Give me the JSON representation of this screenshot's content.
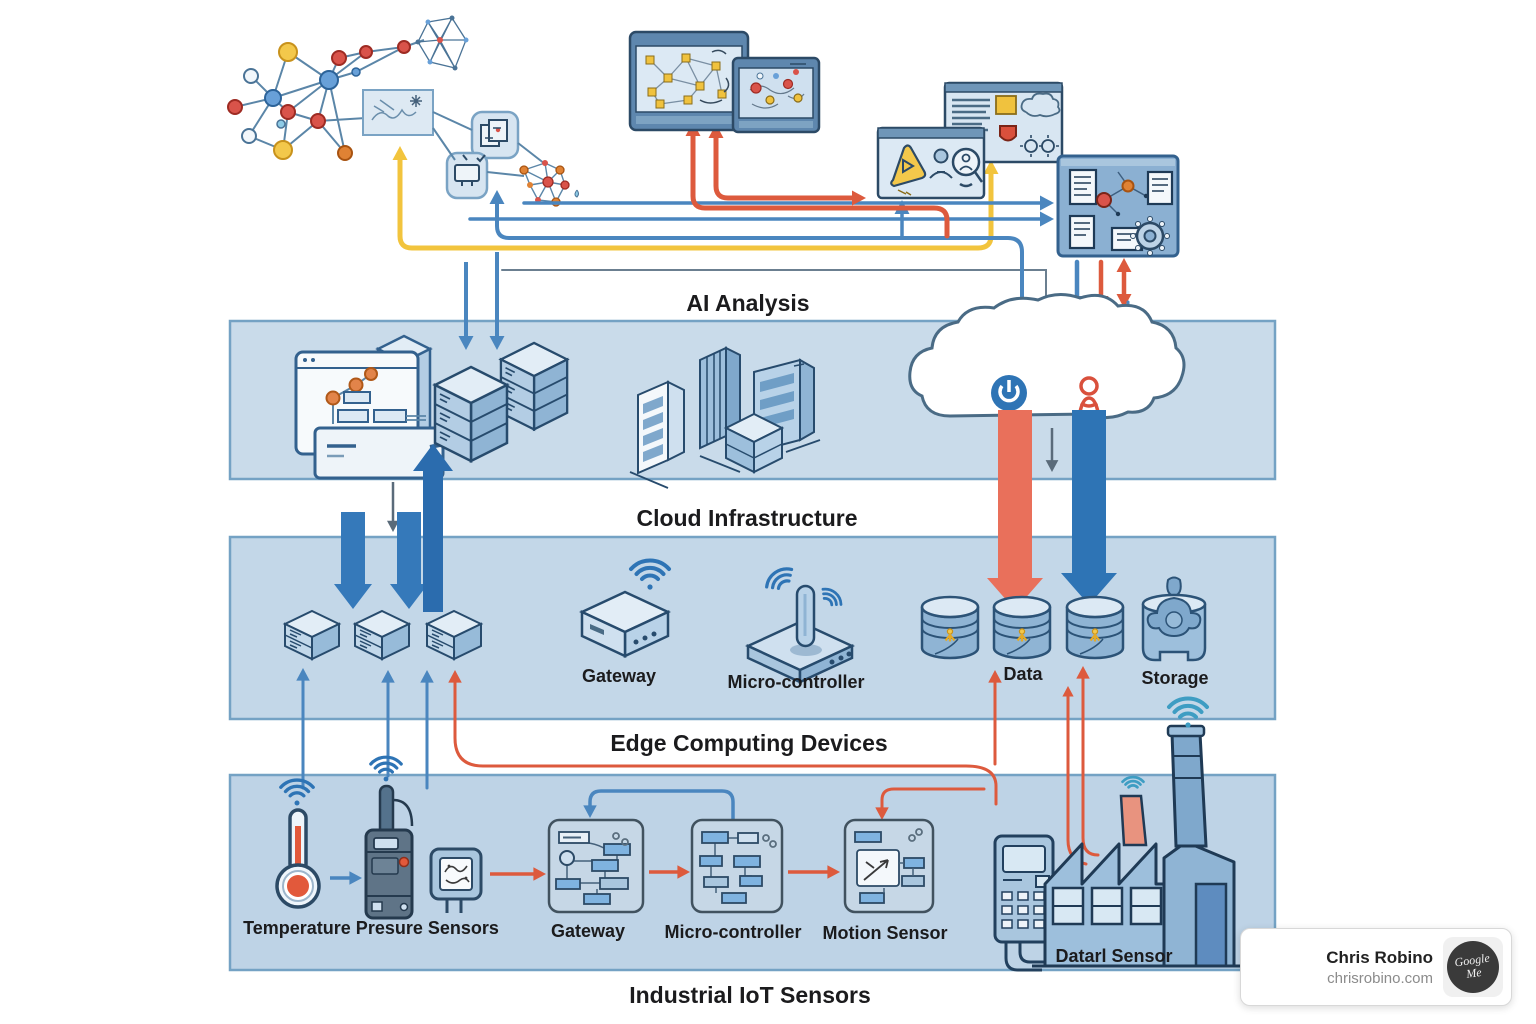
{
  "layers": {
    "ai": {
      "label": "AI Analysis"
    },
    "cloud": {
      "label": "Cloud Infrastructure"
    },
    "edge": {
      "label": "Edge Computing Devices"
    },
    "industrial": {
      "label": "Industrial IoT Sensors"
    }
  },
  "edge_devices": [
    {
      "label": "Gateway"
    },
    {
      "label": "Micro-controller"
    },
    {
      "label": "Data"
    },
    {
      "label": "Storage"
    }
  ],
  "industrial_devices": [
    {
      "label": "Temperature Presure Sensors"
    },
    {
      "label": "Gateway"
    },
    {
      "label": "Micro-controller"
    },
    {
      "label": "Motion Sensor"
    },
    {
      "label": "Datarl Sensor"
    }
  ],
  "credit": {
    "name": "Chris Robino",
    "website": "chrisrobino.com",
    "badge": "Google Me"
  },
  "icons": [
    "neural-network-graph",
    "monitor",
    "dashboard-window",
    "report-window",
    "analytics-panel",
    "flowchart-monitor",
    "server-rack",
    "data-center-buildings",
    "cloud",
    "power-icon",
    "database-cylinder",
    "storage-container",
    "gateway-device",
    "micro-controller-device",
    "thermometer",
    "pressure-sensor",
    "sensor-module",
    "motion-sensor-box",
    "keypad-controller",
    "factory",
    "wifi-signal"
  ],
  "colors": {
    "band_fill": "#c7d9e9",
    "band_border": "#74a2c4",
    "arrow_blue": "#4a86bf",
    "arrow_thick_blue": "#2e74b5",
    "arrow_red": "#dd5a3d",
    "arrow_yellow": "#f2c43d",
    "device_fill": "#a9c6de",
    "outline": "#274b6d"
  }
}
